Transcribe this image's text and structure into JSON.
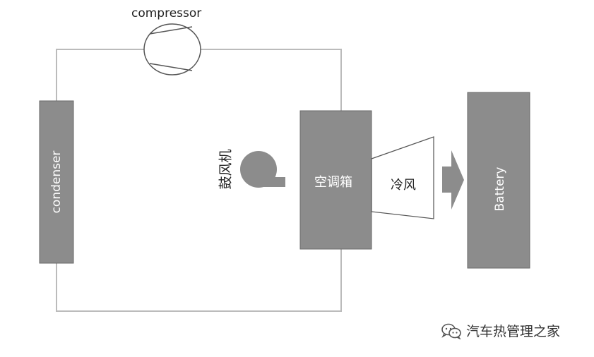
{
  "components": {
    "compressor": "compressor",
    "condenser": "condenser",
    "blower": "鼓风机",
    "hvac_box": "空调箱",
    "cold_air": "冷风",
    "battery": "Battery"
  },
  "watermark": {
    "text": "汽车热管理之家",
    "icon": "wechat-icon"
  },
  "colors": {
    "component_fill": "#8c8c8c",
    "pipe": "#bbbbbb",
    "outline": "#555555",
    "text": "#222222"
  }
}
